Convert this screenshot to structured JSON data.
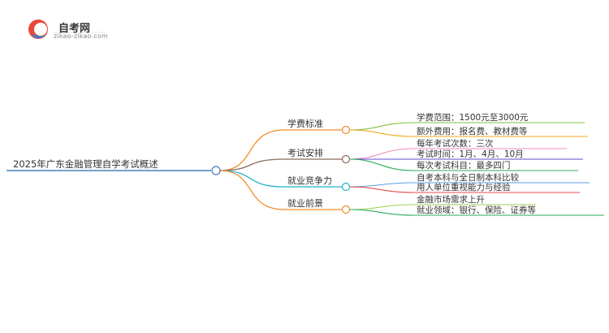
{
  "logo": {
    "title": "自考网",
    "url": "zikao-zikao.com"
  },
  "colors": {
    "root": "#4a7fc1",
    "branch1": "#f28c28",
    "branch2": "#8b6a5c",
    "branch3": "#1fb5c9",
    "branch4": "#f28c28",
    "leaf1": "#7ec13b",
    "leaf2": "#ef8cc0",
    "leaf3": "#5b4fcf",
    "leaf4": "#e84a4a",
    "leaf5": "#2cab5a",
    "leaf6": "#9ad24c",
    "leaf7": "#f0a81d",
    "leaf8": "#5b9fe0"
  },
  "mindmap": {
    "root": "2025年广东金融管理自学考试概述",
    "branches": [
      {
        "label": "学费标准",
        "leaves": [
          "学费范围：1500元至3000元",
          "额外费用：报名费、教材费等"
        ]
      },
      {
        "label": "考试安排",
        "leaves": [
          "每年考试次数：三次",
          "考试时间：1月、4月、10月",
          "每次考试科目：最多四门"
        ]
      },
      {
        "label": "就业竞争力",
        "leaves": [
          "自考本科与全日制本科比较",
          "用人单位重视能力与经验"
        ]
      },
      {
        "label": "就业前景",
        "leaves": [
          "金融市场需求上升",
          "就业领域：银行、保险、证券等"
        ]
      }
    ]
  }
}
